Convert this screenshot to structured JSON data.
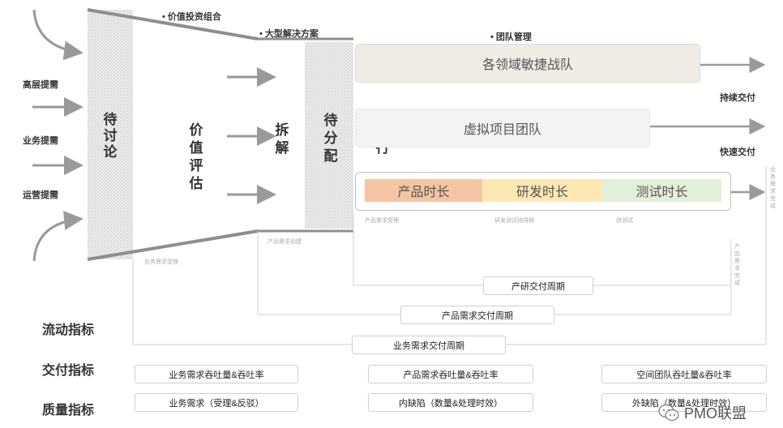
{
  "inputs": [
    "高层提需",
    "业务提需",
    "运营提需"
  ],
  "stages": {
    "pending_discussion": "待讨论",
    "value_assessment": "价值评估",
    "breakdown": "拆解",
    "pending_assignment": "待分配",
    "execution": "执行"
  },
  "top_labels": {
    "portfolio": "价值投资组合",
    "solution": "大型解决方案",
    "team_mgmt": "团队管理"
  },
  "teams": {
    "agile": "各领域敏捷战队",
    "virtual": "虚拟项目团队"
  },
  "durations": [
    "产品时长",
    "研发时长",
    "测试时长"
  ],
  "duration_colors": [
    "#f4c5a3",
    "#fde8b4",
    "#e3f0d9"
  ],
  "outputs": {
    "continuous": "持续交付",
    "fast": "快速交付"
  },
  "faint_labels": {
    "biz_accept": "业务需求受理",
    "prod_create": "产品需求创建",
    "prod_accept": "产品需求受理",
    "dev_test": "研发测试待排期",
    "wait_test": "待测试",
    "biz_done": "业务需求完成",
    "prod_done": "产品需求完成"
  },
  "cycles": {
    "rd": "产研交付周期",
    "prod": "产品需求交付周期",
    "biz": "业务需求交付周期"
  },
  "metrics": {
    "flow": "流动指标",
    "delivery": "交付指标",
    "quality": "质量指标",
    "delivery_boxes": [
      "业务需求吞吐量&吞吐率",
      "产品需求吞吐量&吞吐率",
      "空间团队吞吐量&吞吐率"
    ],
    "quality_boxes": [
      "业务需求（受理&反驳）",
      "内缺陷（数量&处理时效）",
      "外缺陷（数量&处理时效）"
    ]
  },
  "watermark": "PMO联盟"
}
